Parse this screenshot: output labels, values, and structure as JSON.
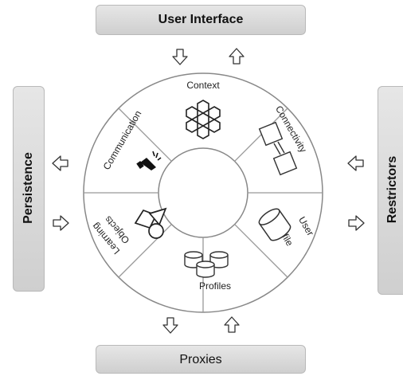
{
  "panels": {
    "top": "User Interface",
    "bottom": "Proxies",
    "left": "Persistence",
    "right": "Restrictors"
  },
  "segments": {
    "context": "Context",
    "connectivity": "Connectivity",
    "user_profile_line1": "User",
    "user_profile_line2": "Profile",
    "profiles": "Profiles",
    "learning_objects_line1": "Learning",
    "learning_objects_line2": "Objects",
    "communication": "Communication"
  }
}
